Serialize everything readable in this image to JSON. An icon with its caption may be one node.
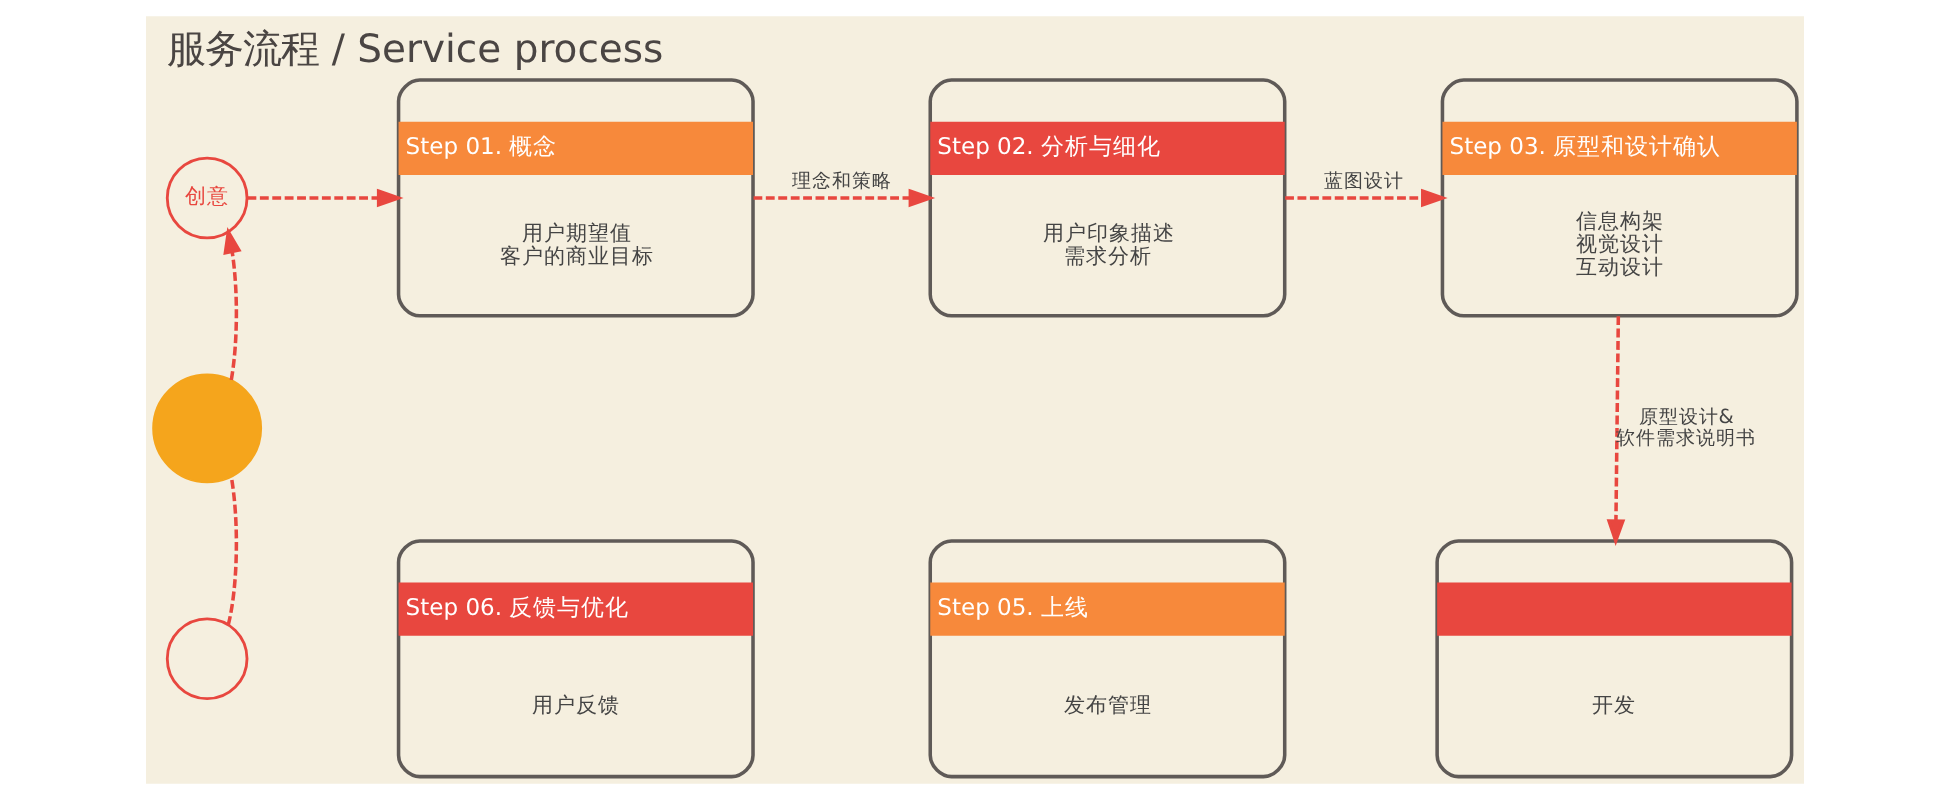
{
  "diagram": {
    "title": "服务流程 / Service process",
    "nodes": [
      {
        "text": [
          "创意"
        ]
      },
      {
        "text": [],
        "shape": "circle"
      },
      {
        "text": [],
        "shape": "circle"
      },
      {
        "text": [
          "Step 01. 概念",
          "用户期望值客户的商业目标"
        ]
      },
      {
        "text": [
          "Step 02. 分析与细化",
          "用户印象描述需求分析"
        ]
      },
      {
        "text": [
          "Step 03. 原型和设计确认",
          "信息构架视觉设计互动设计"
        ]
      },
      {
        "text": [
          "开发"
        ]
      },
      {
        "text": [
          "Step 05. 上线",
          "发布管理"
        ]
      },
      {
        "text": [
          "Step 06. 反馈与优化",
          "用户反馈"
        ]
      }
    ],
    "edges": [
      {
        "from": 1,
        "to": 0,
        "arrow": "to",
        "style": "dashed"
      },
      {
        "from": 2,
        "to": 1,
        "arrow": "none",
        "style": "dashed"
      },
      {
        "from": 0,
        "to": 3,
        "arrow": "to",
        "style": "dashed"
      },
      {
        "from": 3,
        "to": 4,
        "label": "理念和策略",
        "arrow": "to",
        "style": "dashed"
      },
      {
        "from": 4,
        "to": 5,
        "label": "蓝图设计",
        "arrow": "to",
        "style": "dashed"
      },
      {
        "from": 5,
        "to": 6,
        "label": "原型设计&软件需求说明书",
        "arrow": "to",
        "style": "dashed"
      }
    ]
  }
}
